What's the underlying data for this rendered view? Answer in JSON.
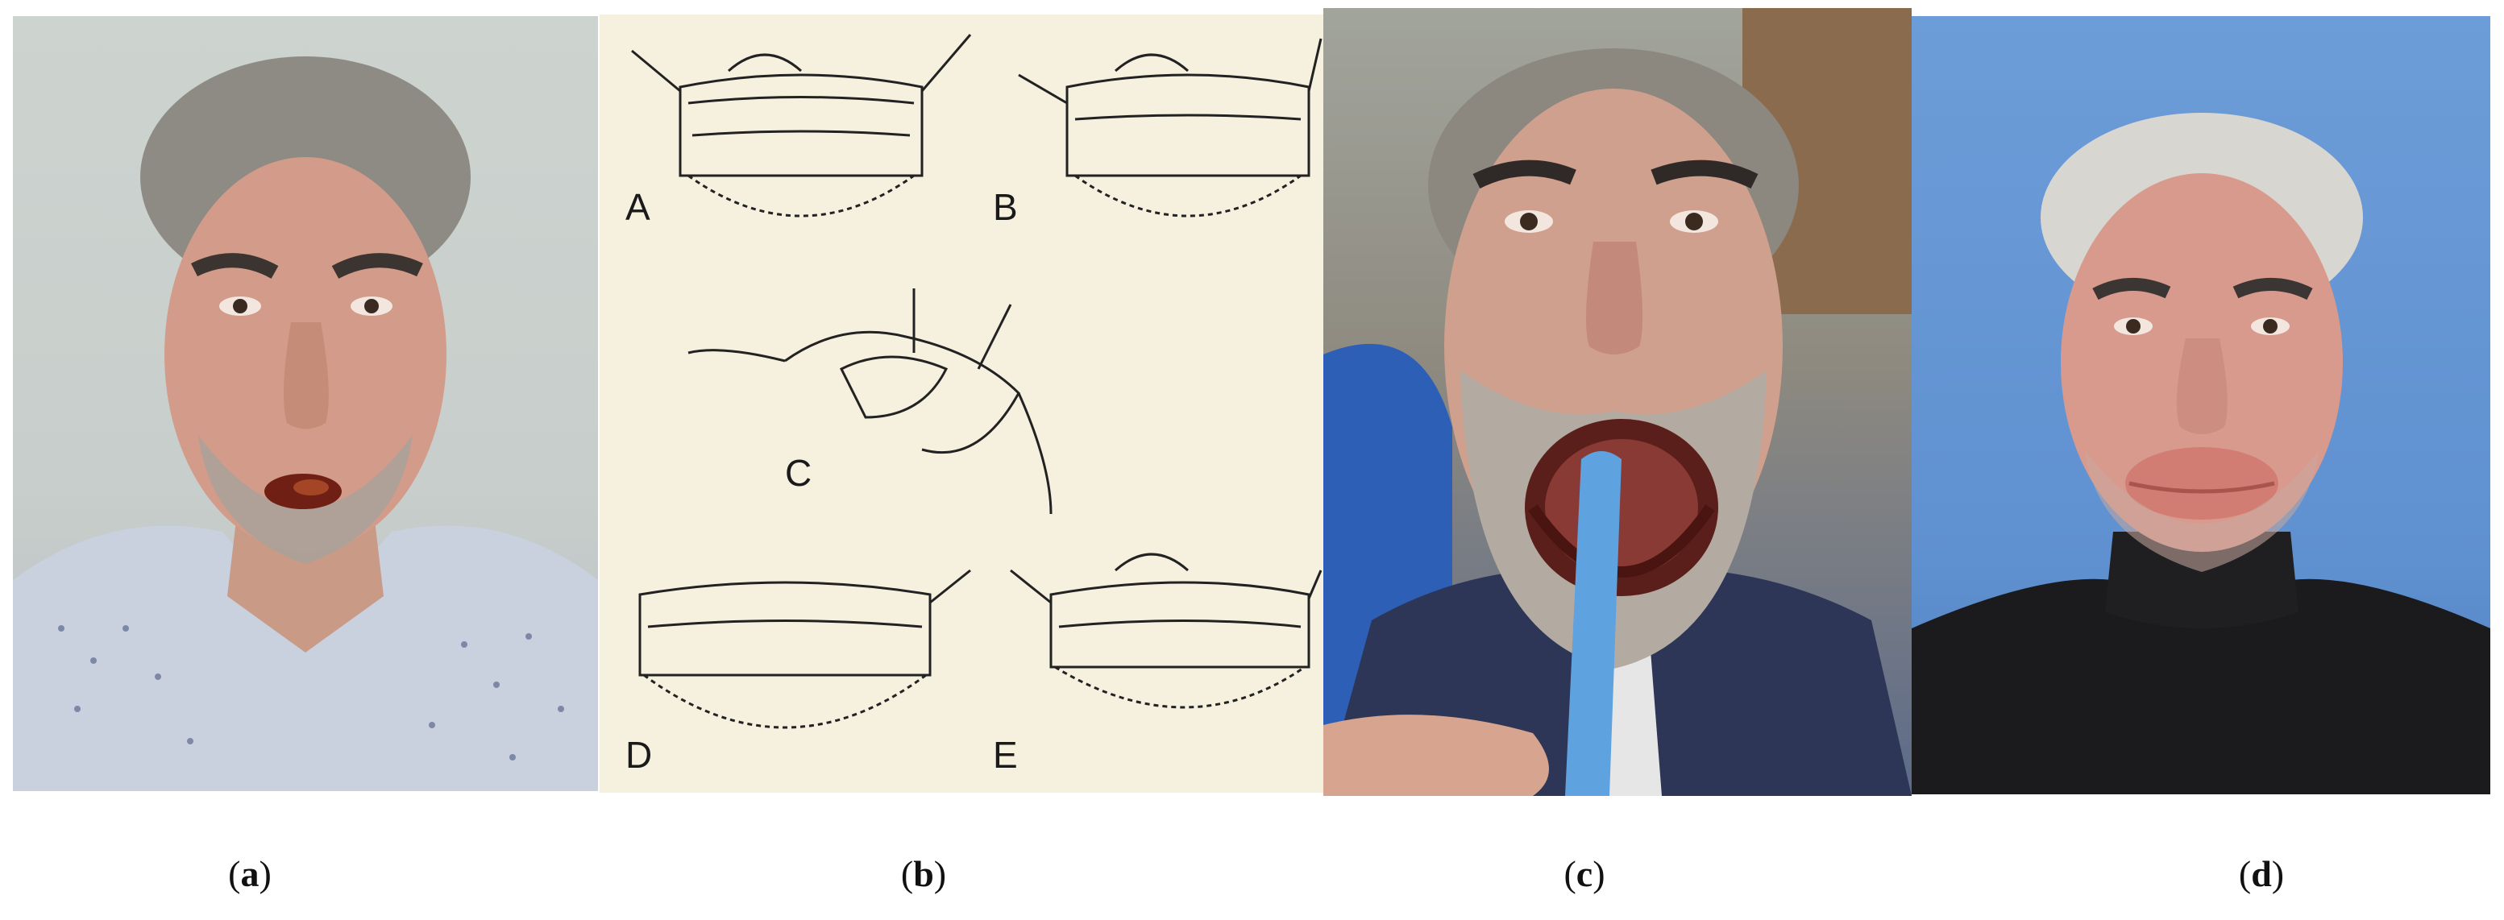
{
  "figure": {
    "panels": [
      {
        "id": "a",
        "label": "a"
      },
      {
        "id": "b",
        "label": "b"
      },
      {
        "id": "c",
        "label": "c"
      },
      {
        "id": "d",
        "label": "d"
      }
    ],
    "illustration_labels": [
      "A",
      "B",
      "C",
      "D",
      "E"
    ]
  }
}
